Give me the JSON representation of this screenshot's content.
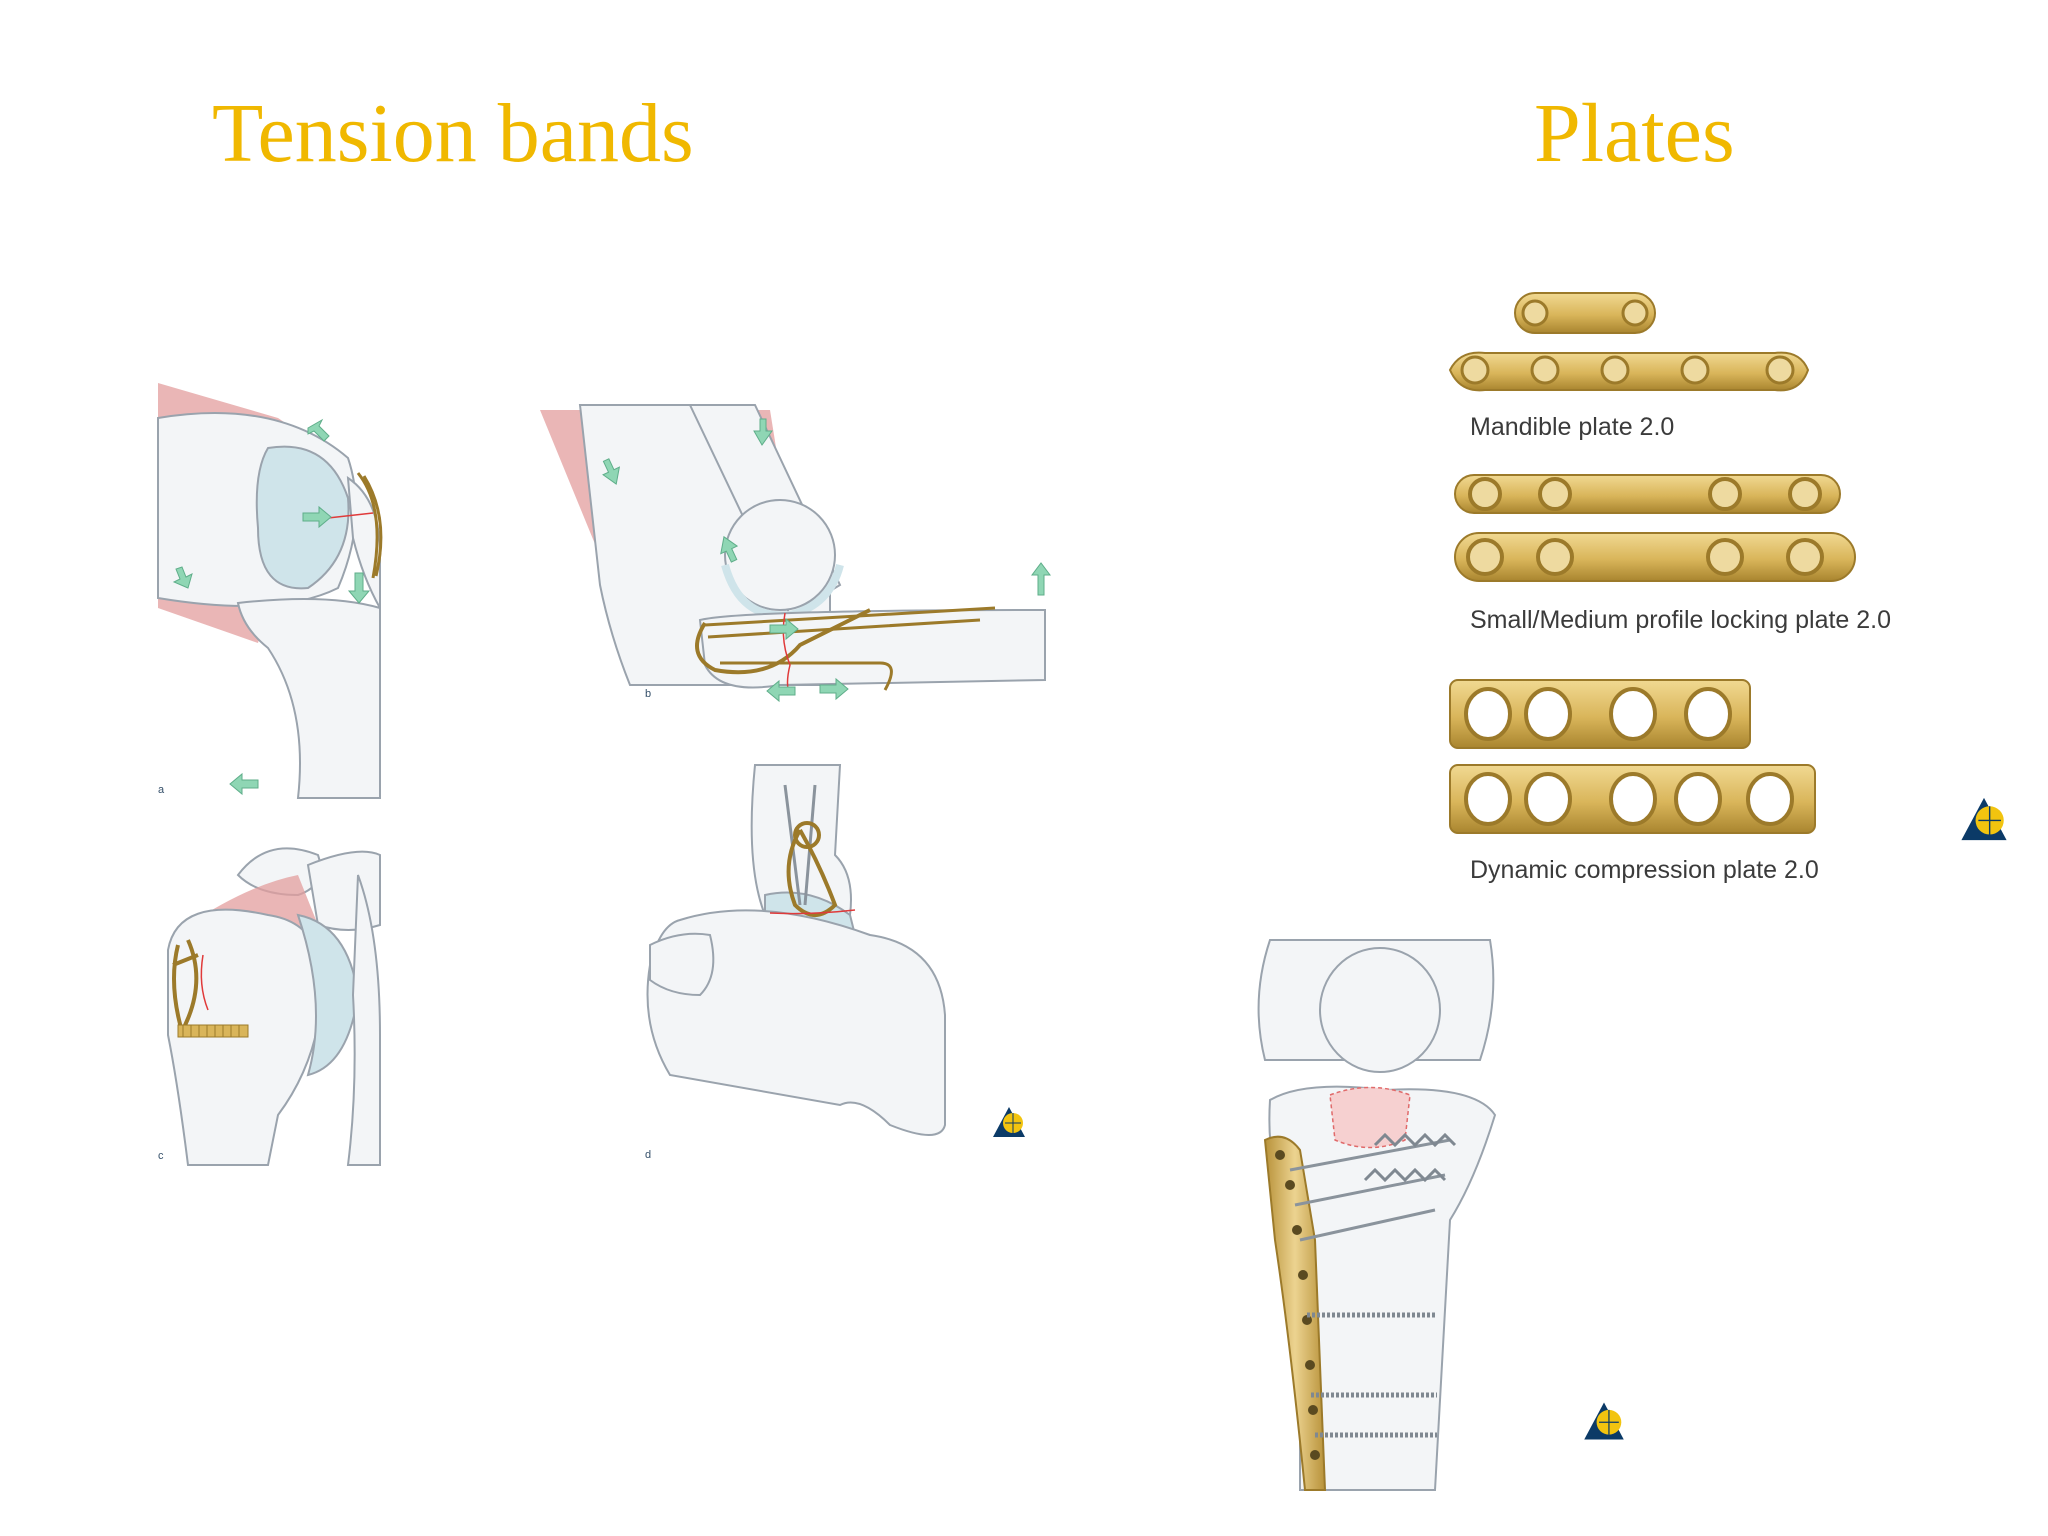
{
  "slide": {
    "background": "#ffffff",
    "title_color": "#f0b800",
    "left_title": "Tension bands",
    "right_title": "Plates"
  },
  "tension_panels": [
    {
      "label": "a",
      "subject": "knee-patella"
    },
    {
      "label": "b",
      "subject": "elbow-olecranon"
    },
    {
      "label": "c",
      "subject": "shoulder-greater-tuberosity"
    },
    {
      "label": "d",
      "subject": "ankle-medial-malleolus"
    }
  ],
  "plates": {
    "captions": {
      "mandible": "Mandible plate 2.0",
      "locking": "Small/Medium profile locking plate 2.0",
      "dcp": "Dynamic compression plate 2.0"
    }
  },
  "icons": {
    "publisher_logo": "ao-foundation-logo-icon"
  },
  "colors": {
    "bone": "#f3f5f7",
    "bone_outline": "#9aa3ad",
    "cartilage": "#cfe4ea",
    "muscle": "#e39e9e",
    "metal": "#d9b55a",
    "metal_dark": "#9c7a2a",
    "arrow": "#8fd6b4",
    "fracture": "#e03a3a"
  }
}
